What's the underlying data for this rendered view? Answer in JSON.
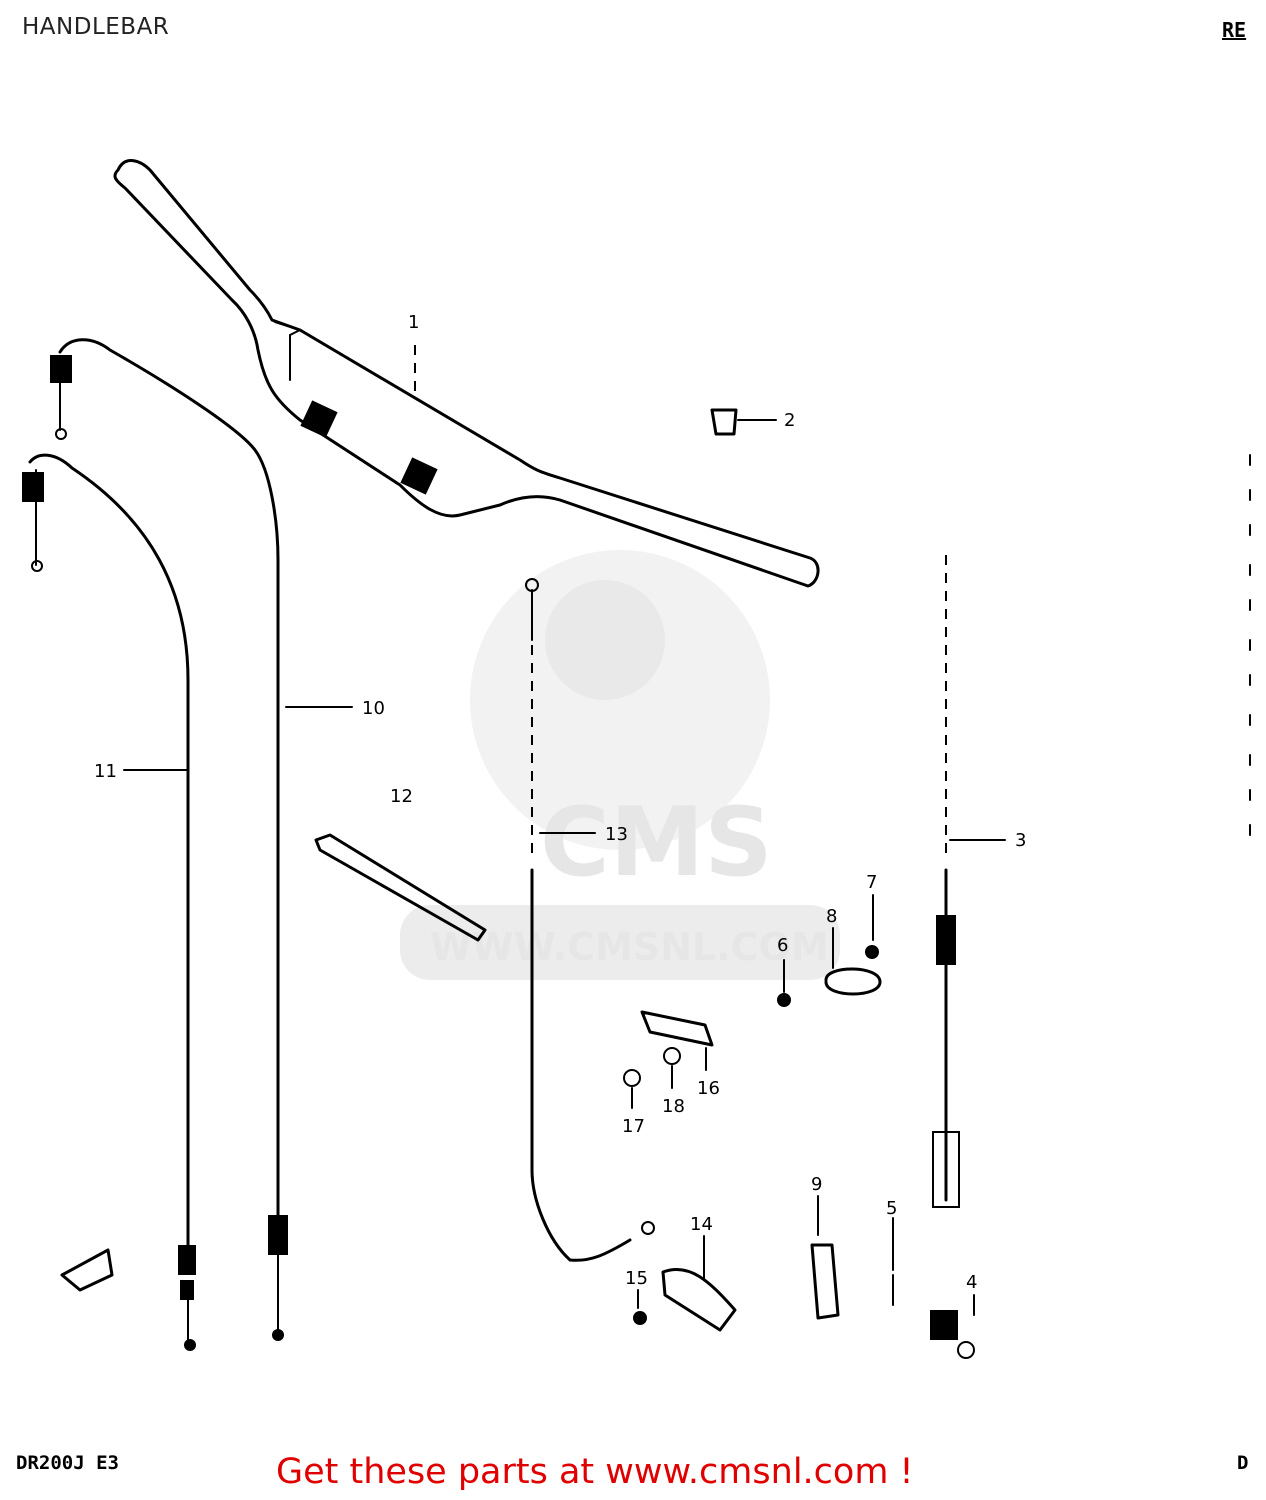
{
  "header": {
    "title": "HANDLEBAR",
    "corner_code": "RE"
  },
  "footer": {
    "model": "DR200J E3",
    "page_code": "D",
    "promo_link": "Get these parts at www.cmsnl.com !"
  },
  "watermark": {
    "brand": "CMS",
    "url": "WWW.CMSNL.COM"
  },
  "callouts": [
    "1",
    "2",
    "3",
    "4",
    "5",
    "6",
    "7",
    "8",
    "9",
    "10",
    "11",
    "12",
    "13",
    "14",
    "15",
    "16",
    "17",
    "18"
  ],
  "colors": {
    "promo": "#e00000",
    "lines": "#000000",
    "watermark": "#e6e6e6"
  }
}
